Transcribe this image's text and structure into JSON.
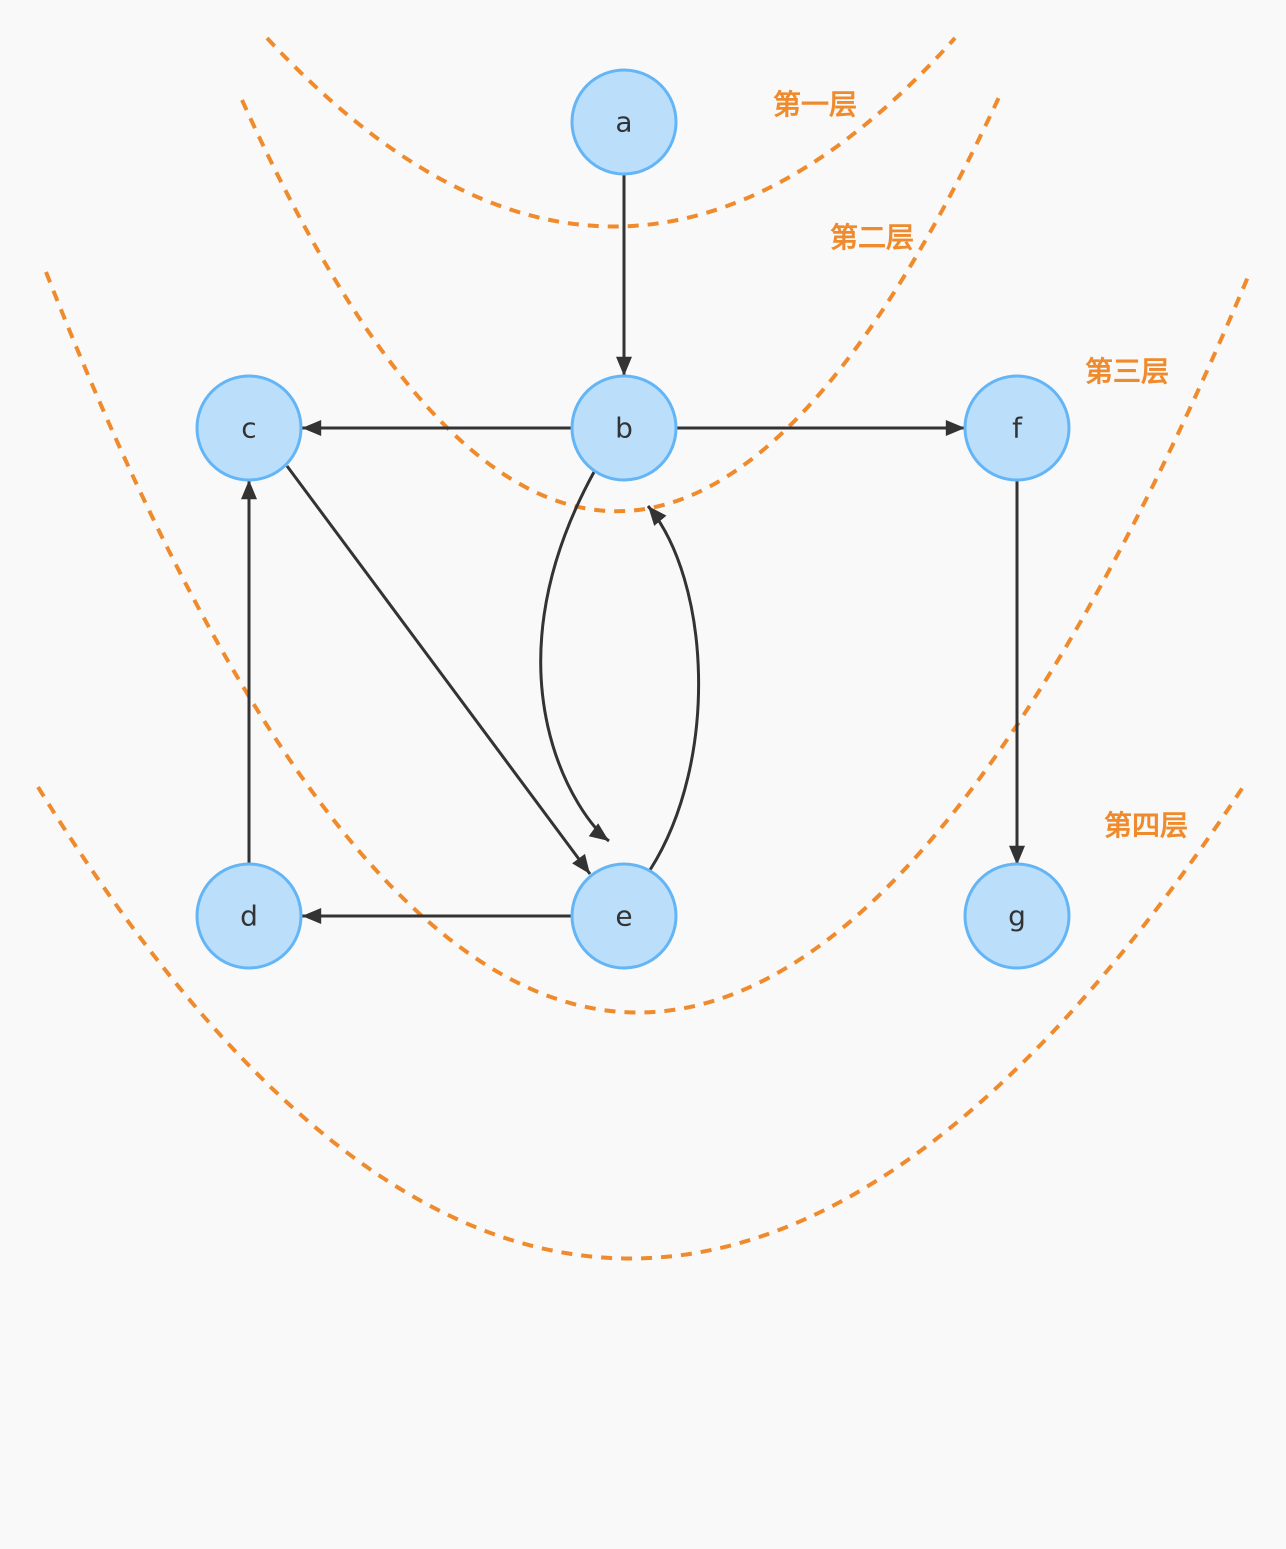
{
  "diagram": {
    "nodes": [
      {
        "id": "a",
        "label": "a"
      },
      {
        "id": "b",
        "label": "b"
      },
      {
        "id": "c",
        "label": "c"
      },
      {
        "id": "f",
        "label": "f"
      },
      {
        "id": "d",
        "label": "d"
      },
      {
        "id": "e",
        "label": "e"
      },
      {
        "id": "g",
        "label": "g"
      }
    ],
    "edges": [
      {
        "from": "a",
        "to": "b"
      },
      {
        "from": "b",
        "to": "c"
      },
      {
        "from": "b",
        "to": "f"
      },
      {
        "from": "b",
        "to": "e"
      },
      {
        "from": "e",
        "to": "b"
      },
      {
        "from": "c",
        "to": "e"
      },
      {
        "from": "d",
        "to": "c"
      },
      {
        "from": "e",
        "to": "d"
      },
      {
        "from": "f",
        "to": "g"
      }
    ],
    "layers": [
      {
        "label": "第一层"
      },
      {
        "label": "第二层"
      },
      {
        "label": "第三层"
      },
      {
        "label": "第四层"
      }
    ],
    "colors": {
      "node_fill": "#bbdefb",
      "node_stroke": "#64b5f6",
      "edge": "#333333",
      "layer": "#ef8b2c",
      "background": "#f9f9f9"
    }
  }
}
